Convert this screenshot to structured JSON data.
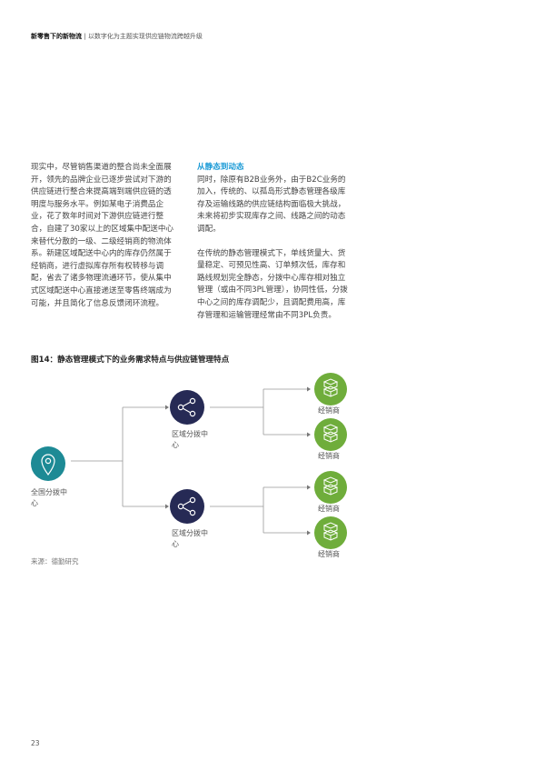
{
  "header": {
    "title": "新零售下的新物流",
    "separator": "|",
    "subtitle": "以数字化为主题实现供应链物流跨越升级"
  },
  "left_column": {
    "text": "现实中，尽管销售渠道的整合尚未全面展开，领先的品牌企业已逐步尝试对下游的供应链进行整合来提高端到端供应链的透明度与服务水平。例如某电子消费品企业，花了数年时间对下游供应链进行整合，自建了30家以上的区域集中配送中心来替代分散的一级、二级经销商的物流体系。新建区域配送中心内的库存仍然属于经销商，进行虚拟库存所有权转移与调配，省去了诸多物理流通环节，使从集中式区域配送中心直接递送至零售终端成为可能，并且简化了信息反馈闭环流程。"
  },
  "right_column": {
    "heading": "从静态到动态",
    "para1": "同时，除原有B2B业务外，由于B2C业务的加入，传统的、以孤岛形式静态管理各级库存及运输线路的供应链结构面临极大挑战，未来将初步实现库存之间、线路之间的动态调配。",
    "para2": "在传统的静态管理模式下，单线货量大、货量稳定、可预见性高、订单频次低，库存和路线规划完全静态，分拨中心库存相对独立管理（或由不同3PL管理），协同性低，分拨中心之间的库存调配少，且调配费用高，库存管理和运输管理经常由不同3PL负责。"
  },
  "figure": {
    "title": "图14：静态管理模式下的业务需求特点与供应链管理特点",
    "national_center": "全国分拨中心",
    "regional_center_1": "区域分拨中心",
    "regional_center_2": "区域分拨中心",
    "dealers": [
      "经销商",
      "经销商",
      "经销商",
      "经销商"
    ],
    "colors": {
      "national": "#1d8a95",
      "regional": "#262a55",
      "dealer": "#6fad3b"
    },
    "icons": {
      "national": "location-pin-icon",
      "regional": "share-network-icon",
      "dealer": "boxes-icon"
    }
  },
  "source": "来源：德勤研究",
  "page_number": "23"
}
